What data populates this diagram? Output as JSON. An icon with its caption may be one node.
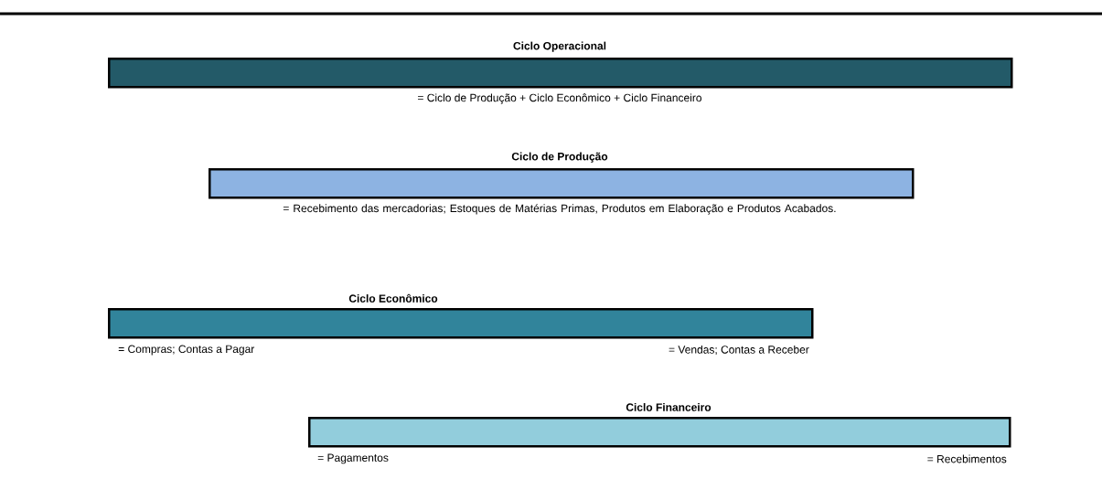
{
  "diagram": {
    "nodes": [
      {
        "text": [
          "Ciclo Operacional"
        ],
        "beside": [
          "= Ciclo de Produção + Ciclo Econômico + Ciclo Financeiro"
        ]
      },
      {
        "text": [
          "Ciclo de Produção"
        ],
        "beside": [
          "= Recebimento das mercadorias; Estoques de Matérias Primas, Produtos em Elaboração e Produtos Acabados."
        ]
      },
      {
        "text": [
          "Ciclo Econômico"
        ],
        "beside": [
          "= Compras; Contas a Pagar",
          "= Vendas; Contas a Receber"
        ]
      },
      {
        "text": [
          "Ciclo Financeiro"
        ],
        "beside": [
          "= Pagamentos",
          "= Recebimentos"
        ]
      }
    ]
  }
}
